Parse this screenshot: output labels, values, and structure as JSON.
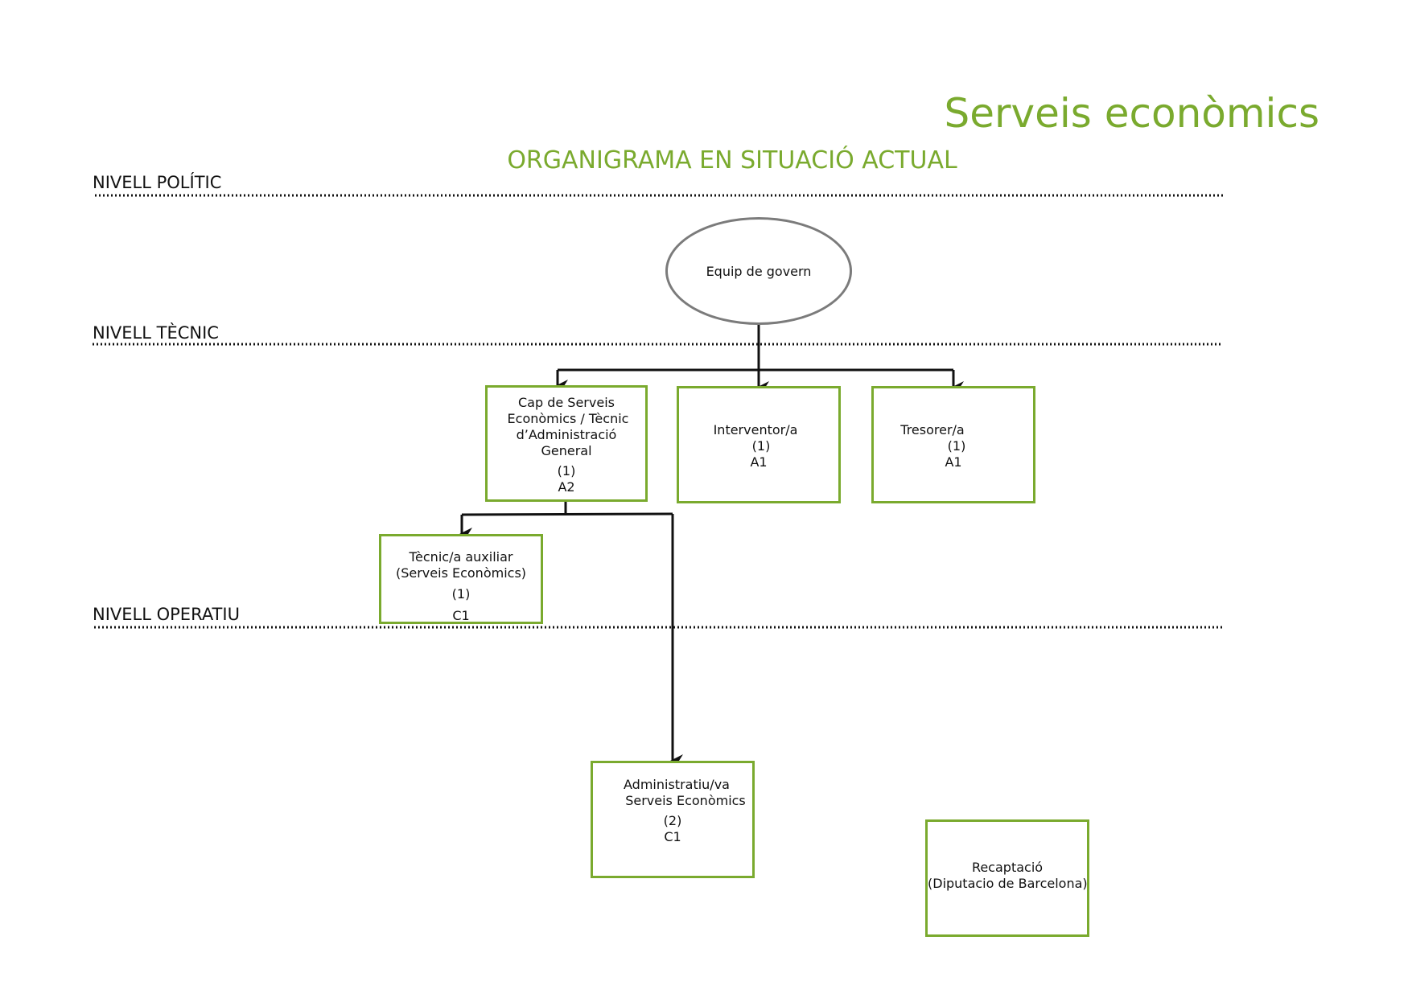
{
  "header": {
    "title": "Serveis econòmics",
    "subtitle": "ORGANIGRAMA EN SITUACIÓ ACTUAL"
  },
  "levels": {
    "politic": "NIVELL POLÍTIC",
    "tecnic": "NIVELL TÈCNIC",
    "operatiu": "NIVELL OPERATIU"
  },
  "nodes": {
    "equip_govern": {
      "label": "Equip de govern"
    },
    "cap_serveis": {
      "line1": "Cap de Serveis",
      "line2": "Econòmics / Tècnic",
      "line3": "d’Administració",
      "line4": "General",
      "count": "(1)",
      "group": "A2"
    },
    "interventor": {
      "label": "Interventor/a",
      "count": "(1)",
      "group": "A1"
    },
    "tresorer": {
      "label": "Tresorer/a",
      "count": "(1)",
      "group": "A1"
    },
    "tecnic_auxiliar": {
      "line1": "Tècnic/a auxiliar",
      "line2": "(Serveis Econòmics)",
      "count": "(1)",
      "group": "C1"
    },
    "administratiu": {
      "line1": "Administratiu/va",
      "line2": "Serveis Econòmics",
      "count": "(2)",
      "group": "C1"
    },
    "recaptacio": {
      "line1": "Recaptació",
      "line2": "(Diputacio de Barcelona)"
    }
  },
  "colors": {
    "accent_green": "#7aaa2e",
    "ellipse_border": "#7b7b7b",
    "connector": "#111111"
  }
}
